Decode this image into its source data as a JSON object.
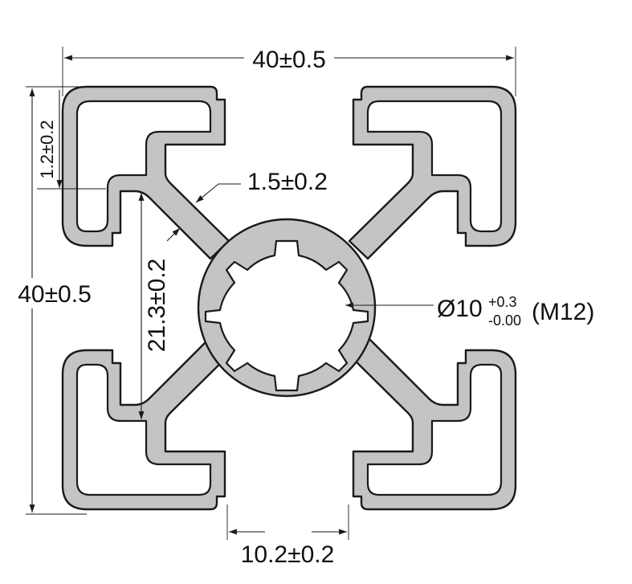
{
  "drawing": {
    "overall_width": "40±0.5",
    "overall_height": "40±0.5",
    "wall_thickness": "1.2±0.2",
    "web_thickness": "1.5±0.2",
    "inner_distance": "21.3±0.2",
    "slot_width": "10.2±0.2",
    "bore": {
      "diameter": "Ø10",
      "tol_upper": "+0.3",
      "tol_lower": "-0.00",
      "thread": "(M12)"
    }
  },
  "colors": {
    "profile_fill": "#c4c4c4",
    "outline": "#1a1a1a",
    "background": "#ffffff"
  }
}
